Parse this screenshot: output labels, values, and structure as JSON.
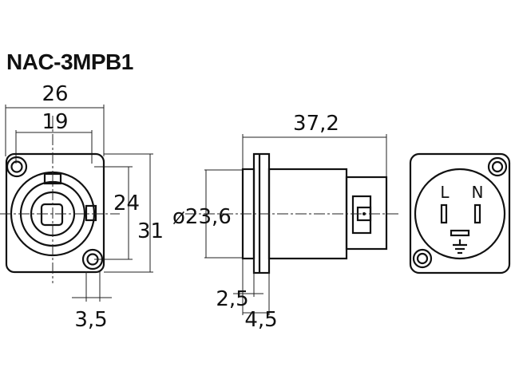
{
  "title": "NAC-3MPB1",
  "dimensions": {
    "front_width": "26",
    "front_hole_spacing_h": "19",
    "front_hole_spacing_v": "24",
    "front_height": "31",
    "hole_diameter": "3,5",
    "side_length": "37,2",
    "side_diameter": "ø23,6",
    "flange_thickness": "2,5",
    "mount_depth": "4,5"
  },
  "rear_labels": {
    "live": "L",
    "neutral": "N"
  },
  "icons": {
    "ground": "ground-symbol-icon"
  }
}
